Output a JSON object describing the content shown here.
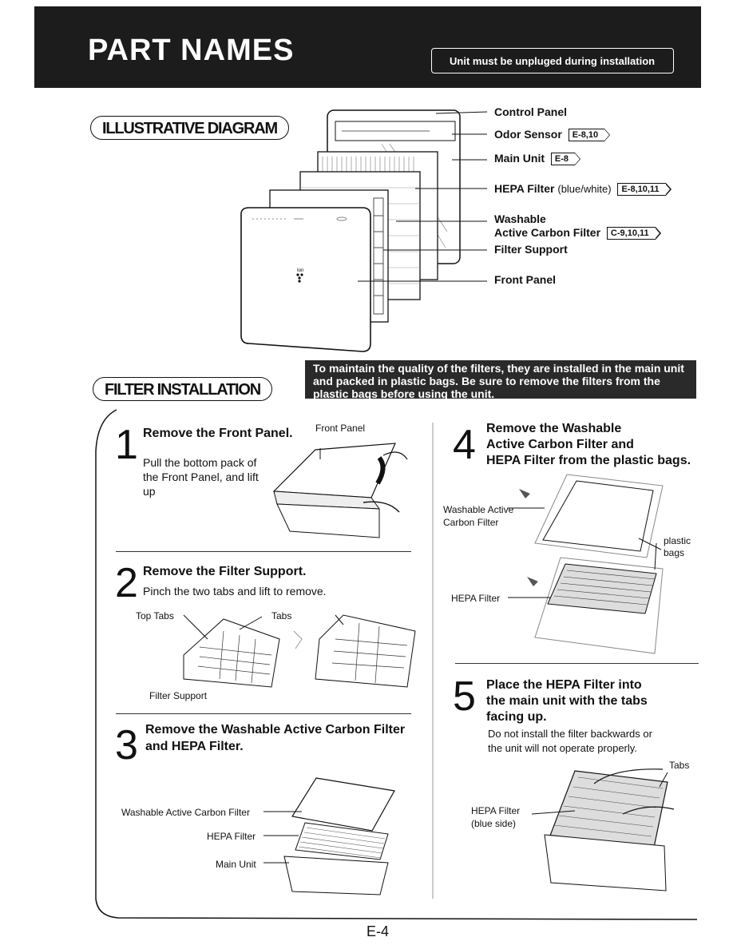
{
  "header": {
    "title": "PART NAMES",
    "note": "Unit must be unpluged during installation"
  },
  "diagram": {
    "section_title": "ILLUSTRATIVE DIAGRAM",
    "parts": [
      {
        "name": "Control Panel",
        "suffix": "",
        "ref": ""
      },
      {
        "name": "Odor Sensor",
        "suffix": "",
        "ref": "E-8,10"
      },
      {
        "name": "Main Unit",
        "suffix": "",
        "ref": "E-8"
      },
      {
        "name": "HEPA Filter",
        "suffix": "(blue/white)",
        "ref": "E-8,10,11"
      },
      {
        "name": "Washable",
        "suffix": "",
        "ref": ""
      },
      {
        "name": "Active Carbon Filter",
        "suffix": "",
        "ref": "C-9,10,11"
      },
      {
        "name": "Filter Support",
        "suffix": "",
        "ref": ""
      },
      {
        "name": "Front Panel",
        "suffix": "",
        "ref": ""
      }
    ],
    "logo_text": "Ion"
  },
  "installation": {
    "section_title": "FILTER INSTALLATION",
    "notice": "To maintain the quality of the filters, they are installed in the main unit and packed in plastic bags. Be sure to remove the filters from the plastic bags before using the unit."
  },
  "steps": {
    "s1": {
      "num": "1",
      "title": "Remove the Front Panel.",
      "body": "Pull the bottom pack of the Front Panel, and lift up",
      "label": "Front Panel"
    },
    "s2": {
      "num": "2",
      "title": "Remove the Filter Support.",
      "body": "Pinch the two tabs and lift to remove.",
      "top_tabs": "Top Tabs",
      "tabs": "Tabs",
      "filter_support": "Filter Support"
    },
    "s3": {
      "num": "3",
      "title_l1": "Remove the Washable Active Carbon Filter",
      "title_l2": "and HEPA Filter.",
      "lbl_carbon": "Washable Active Carbon Filter",
      "lbl_hepa": "HEPA Filter",
      "lbl_main": "Main Unit"
    },
    "s4": {
      "num": "4",
      "title_l1": "Remove the Washable",
      "title_l2": "Active Carbon Filter and",
      "title_l3": "HEPA Filter from the plastic bags.",
      "lbl_carbon_l1": "Washable Active",
      "lbl_carbon_l2": "Carbon Filter",
      "lbl_bags_l1": "plastic",
      "lbl_bags_l2": "bags",
      "lbl_hepa": "HEPA Filter"
    },
    "s5": {
      "num": "5",
      "title_l1": "Place the HEPA Filter into",
      "title_l2": "the main unit with the tabs",
      "title_l3": "facing up.",
      "body_l1": "Do not install the filter backwards or",
      "body_l2": "the unit will not operate properly.",
      "lbl_tabs": "Tabs",
      "lbl_hepa_l1": "HEPA Filter",
      "lbl_hepa_l2": "(blue side)"
    }
  },
  "page_number": "E-4"
}
